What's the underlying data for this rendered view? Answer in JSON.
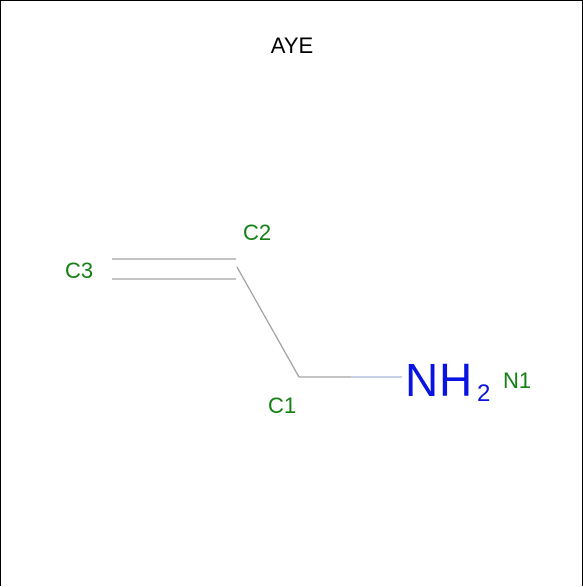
{
  "molecule": {
    "title": "AYE",
    "colors": {
      "title": "#000000",
      "atom_label": "#138013",
      "bond": "#a0a0a0",
      "nitrogen": "#0a14e0",
      "nitrogen_bond": "#a9b4dc"
    },
    "atoms": [
      {
        "id": "C3",
        "label": "C3"
      },
      {
        "id": "C2",
        "label": "C2"
      },
      {
        "id": "C1",
        "label": "C1"
      },
      {
        "id": "N1",
        "label": "N1",
        "element": "N",
        "hydrogen": "H",
        "hydrogen_count": "2"
      }
    ],
    "bonds": [
      {
        "from": "C3",
        "to": "C2",
        "order": "double"
      },
      {
        "from": "C2",
        "to": "C1",
        "order": "single"
      },
      {
        "from": "C1",
        "to": "N1",
        "order": "single"
      }
    ]
  }
}
